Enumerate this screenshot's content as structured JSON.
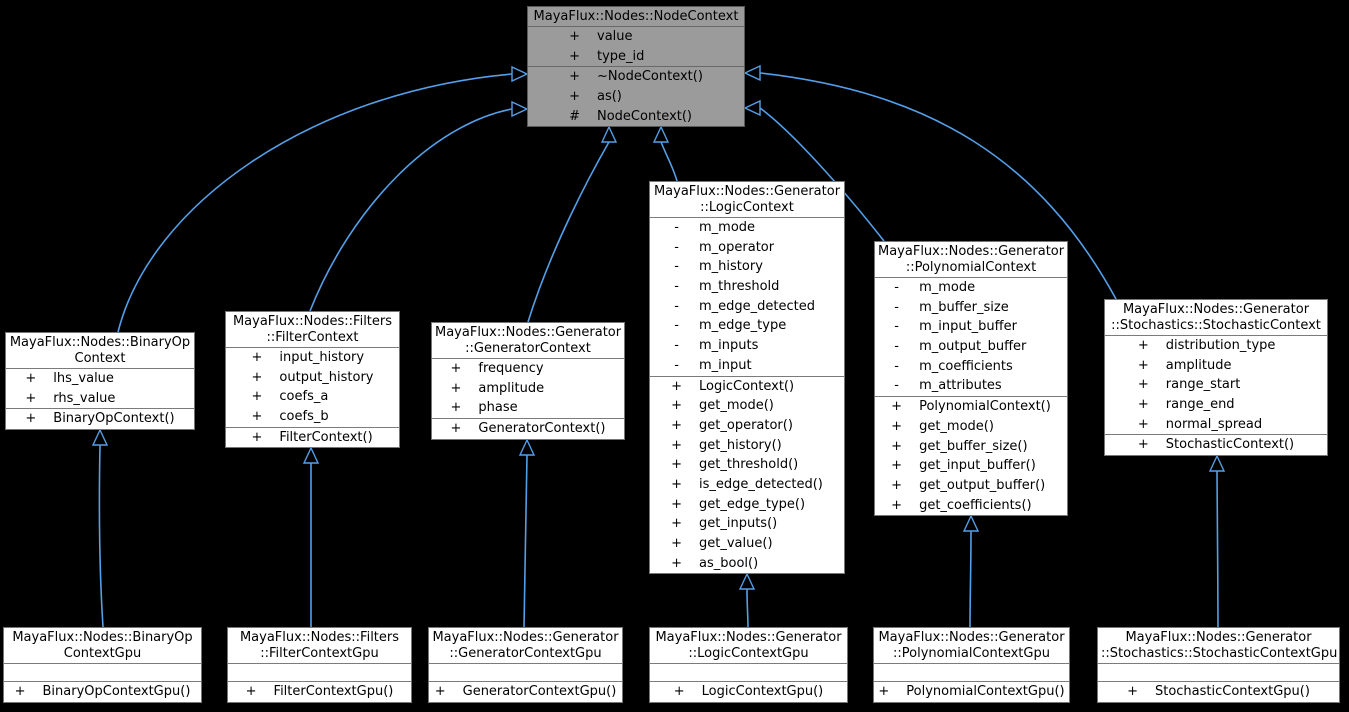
{
  "diagram": {
    "kind": "uml-class-inheritance-diagram",
    "colors": {
      "background": "#000000",
      "edge": "#549fe8",
      "node_fill": "#ffffff",
      "node_border": "#767676",
      "separator": "#7b7b7b",
      "root_fill": "#9b9b9b",
      "root_border": "#5a5a5a",
      "root_separator": "#696969",
      "text": "#000000"
    }
  },
  "classes": [
    {
      "id": "node_context",
      "title_lines": [
        "MayaFlux::Nodes::NodeContext"
      ],
      "attributes": [
        {
          "vis": "+",
          "name": "value"
        },
        {
          "vis": "+",
          "name": "type_id"
        }
      ],
      "methods": [
        {
          "vis": "+",
          "name": "~NodeContext()"
        },
        {
          "vis": "+",
          "name": "as()"
        },
        {
          "vis": "#",
          "name": "NodeContext()"
        }
      ]
    },
    {
      "id": "binary_op_context",
      "title_lines": [
        "MayaFlux::Nodes::BinaryOp",
        "Context"
      ],
      "attributes": [
        {
          "vis": "+",
          "name": "lhs_value"
        },
        {
          "vis": "+",
          "name": "rhs_value"
        }
      ],
      "methods": [
        {
          "vis": "+",
          "name": "BinaryOpContext()"
        }
      ]
    },
    {
      "id": "filter_context",
      "title_lines": [
        "MayaFlux::Nodes::Filters",
        "::FilterContext"
      ],
      "attributes": [
        {
          "vis": "+",
          "name": "input_history"
        },
        {
          "vis": "+",
          "name": "output_history"
        },
        {
          "vis": "+",
          "name": "coefs_a"
        },
        {
          "vis": "+",
          "name": "coefs_b"
        }
      ],
      "methods": [
        {
          "vis": "+",
          "name": "FilterContext()"
        }
      ]
    },
    {
      "id": "generator_context",
      "title_lines": [
        "MayaFlux::Nodes::Generator",
        "::GeneratorContext"
      ],
      "attributes": [
        {
          "vis": "+",
          "name": "frequency"
        },
        {
          "vis": "+",
          "name": "amplitude"
        },
        {
          "vis": "+",
          "name": "phase"
        }
      ],
      "methods": [
        {
          "vis": "+",
          "name": "GeneratorContext()"
        }
      ]
    },
    {
      "id": "logic_context",
      "title_lines": [
        "MayaFlux::Nodes::Generator",
        "::LogicContext"
      ],
      "attributes": [
        {
          "vis": "-",
          "name": "m_mode"
        },
        {
          "vis": "-",
          "name": "m_operator"
        },
        {
          "vis": "-",
          "name": "m_history"
        },
        {
          "vis": "-",
          "name": "m_threshold"
        },
        {
          "vis": "-",
          "name": "m_edge_detected"
        },
        {
          "vis": "-",
          "name": "m_edge_type"
        },
        {
          "vis": "-",
          "name": "m_inputs"
        },
        {
          "vis": "-",
          "name": "m_input"
        }
      ],
      "methods": [
        {
          "vis": "+",
          "name": "LogicContext()"
        },
        {
          "vis": "+",
          "name": "get_mode()"
        },
        {
          "vis": "+",
          "name": "get_operator()"
        },
        {
          "vis": "+",
          "name": "get_history()"
        },
        {
          "vis": "+",
          "name": "get_threshold()"
        },
        {
          "vis": "+",
          "name": "is_edge_detected()"
        },
        {
          "vis": "+",
          "name": "get_edge_type()"
        },
        {
          "vis": "+",
          "name": "get_inputs()"
        },
        {
          "vis": "+",
          "name": "get_value()"
        },
        {
          "vis": "+",
          "name": "as_bool()"
        }
      ]
    },
    {
      "id": "polynomial_context",
      "title_lines": [
        "MayaFlux::Nodes::Generator",
        "::PolynomialContext"
      ],
      "attributes": [
        {
          "vis": "-",
          "name": "m_mode"
        },
        {
          "vis": "-",
          "name": "m_buffer_size"
        },
        {
          "vis": "-",
          "name": "m_input_buffer"
        },
        {
          "vis": "-",
          "name": "m_output_buffer"
        },
        {
          "vis": "-",
          "name": "m_coefficients"
        },
        {
          "vis": "-",
          "name": "m_attributes"
        }
      ],
      "methods": [
        {
          "vis": "+",
          "name": "PolynomialContext()"
        },
        {
          "vis": "+",
          "name": "get_mode()"
        },
        {
          "vis": "+",
          "name": "get_buffer_size()"
        },
        {
          "vis": "+",
          "name": "get_input_buffer()"
        },
        {
          "vis": "+",
          "name": "get_output_buffer()"
        },
        {
          "vis": "+",
          "name": "get_coefficients()"
        }
      ]
    },
    {
      "id": "stochastic_context",
      "title_lines": [
        "MayaFlux::Nodes::Generator",
        "::Stochastics::StochasticContext"
      ],
      "attributes": [
        {
          "vis": "+",
          "name": "distribution_type"
        },
        {
          "vis": "+",
          "name": "amplitude"
        },
        {
          "vis": "+",
          "name": "range_start"
        },
        {
          "vis": "+",
          "name": "range_end"
        },
        {
          "vis": "+",
          "name": "normal_spread"
        }
      ],
      "methods": [
        {
          "vis": "+",
          "name": "StochasticContext()"
        }
      ]
    },
    {
      "id": "binary_op_context_gpu",
      "title_lines": [
        "MayaFlux::Nodes::BinaryOp",
        "ContextGpu"
      ],
      "attributes": [],
      "methods": [
        {
          "vis": "+",
          "name": "BinaryOpContextGpu()"
        }
      ]
    },
    {
      "id": "filter_context_gpu",
      "title_lines": [
        "MayaFlux::Nodes::Filters",
        "::FilterContextGpu"
      ],
      "attributes": [],
      "methods": [
        {
          "vis": "+",
          "name": "FilterContextGpu()"
        }
      ]
    },
    {
      "id": "generator_context_gpu",
      "title_lines": [
        "MayaFlux::Nodes::Generator",
        "::GeneratorContextGpu"
      ],
      "attributes": [],
      "methods": [
        {
          "vis": "+",
          "name": "GeneratorContextGpu()"
        }
      ]
    },
    {
      "id": "logic_context_gpu",
      "title_lines": [
        "MayaFlux::Nodes::Generator",
        "::LogicContextGpu"
      ],
      "attributes": [],
      "methods": [
        {
          "vis": "+",
          "name": "LogicContextGpu()"
        }
      ]
    },
    {
      "id": "polynomial_context_gpu",
      "title_lines": [
        "MayaFlux::Nodes::Generator",
        "::PolynomialContextGpu"
      ],
      "attributes": [],
      "methods": [
        {
          "vis": "+",
          "name": "PolynomialContextGpu()"
        }
      ]
    },
    {
      "id": "stochastic_context_gpu",
      "title_lines": [
        "MayaFlux::Nodes::Generator",
        "::Stochastics::StochasticContextGpu"
      ],
      "attributes": [],
      "methods": [
        {
          "vis": "+",
          "name": "StochasticContextGpu()"
        }
      ]
    }
  ],
  "relations": [
    {
      "from": "binary_op_context",
      "to": "node_context",
      "type": "inheritance"
    },
    {
      "from": "filter_context",
      "to": "node_context",
      "type": "inheritance"
    },
    {
      "from": "generator_context",
      "to": "node_context",
      "type": "inheritance"
    },
    {
      "from": "logic_context",
      "to": "node_context",
      "type": "inheritance"
    },
    {
      "from": "polynomial_context",
      "to": "node_context",
      "type": "inheritance"
    },
    {
      "from": "stochastic_context",
      "to": "node_context",
      "type": "inheritance"
    },
    {
      "from": "binary_op_context_gpu",
      "to": "binary_op_context",
      "type": "inheritance"
    },
    {
      "from": "filter_context_gpu",
      "to": "filter_context",
      "type": "inheritance"
    },
    {
      "from": "generator_context_gpu",
      "to": "generator_context",
      "type": "inheritance"
    },
    {
      "from": "logic_context_gpu",
      "to": "logic_context",
      "type": "inheritance"
    },
    {
      "from": "polynomial_context_gpu",
      "to": "polynomial_context",
      "type": "inheritance"
    },
    {
      "from": "stochastic_context_gpu",
      "to": "stochastic_context",
      "type": "inheritance"
    }
  ]
}
